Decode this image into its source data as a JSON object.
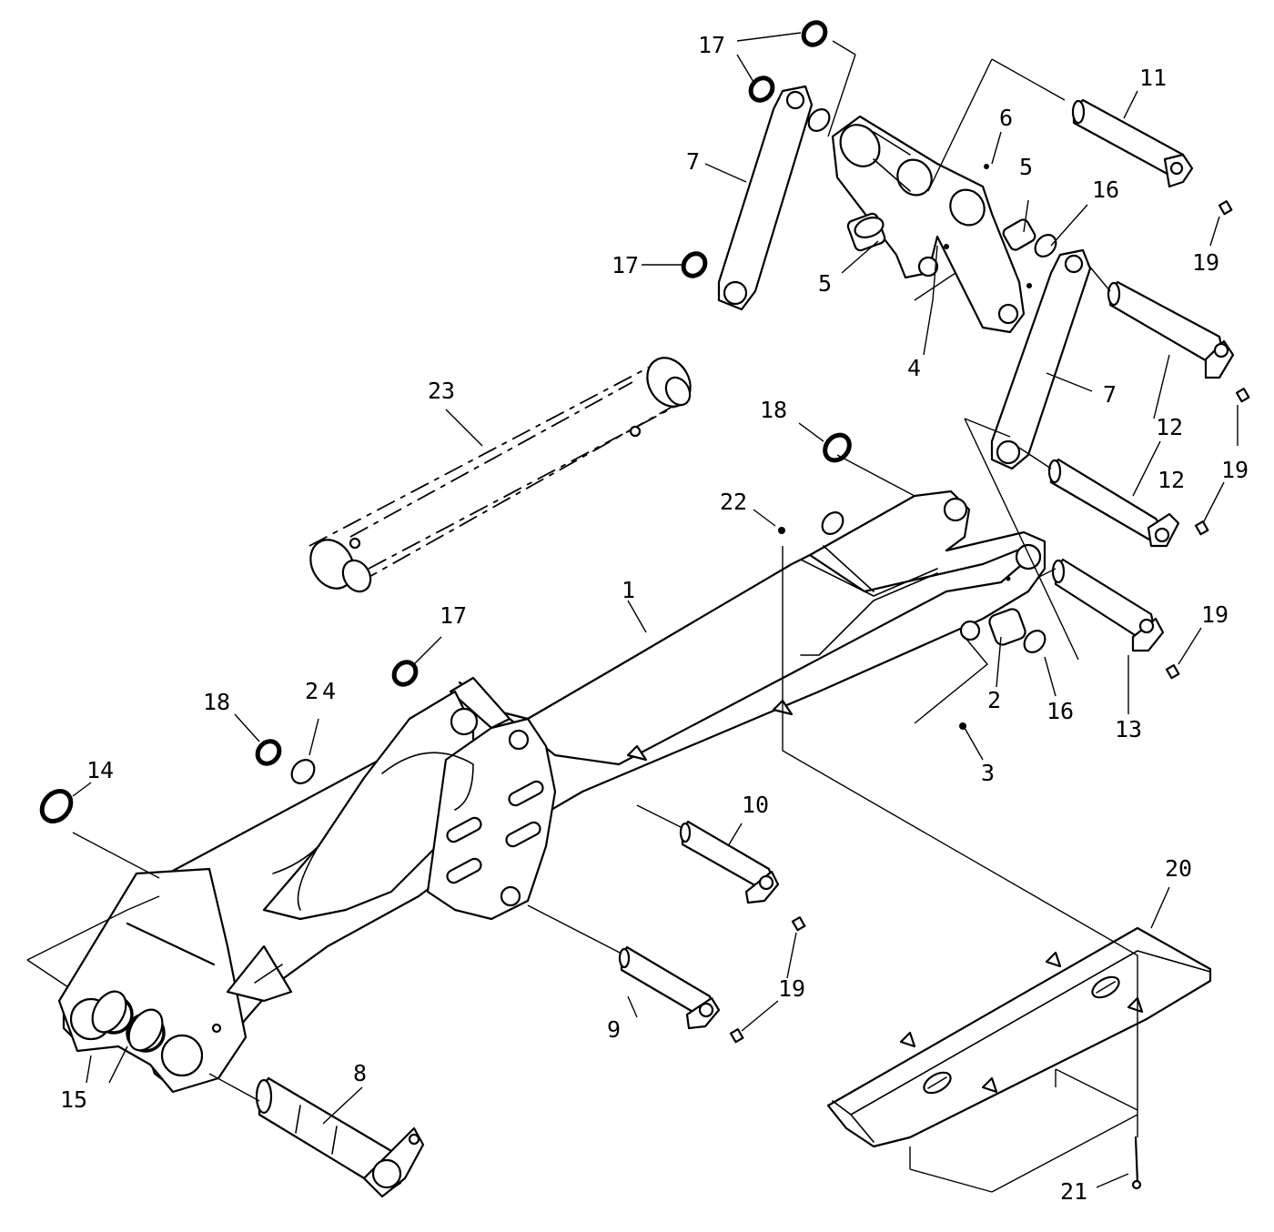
{
  "callouts": {
    "c1": "1",
    "c2": "2",
    "c3": "3",
    "c4": "4",
    "c5a": "5",
    "c5b": "5",
    "c6": "6",
    "c7a": "7",
    "c7b": "7",
    "c8": "8",
    "c9": "9",
    "c10": "10",
    "c11": "11",
    "c12a": "12",
    "c12b": "12",
    "c13": "13",
    "c14": "14",
    "c15": "15",
    "c16a": "16",
    "c16b": "16",
    "c17a": "17",
    "c17b": "17",
    "c17c": "17",
    "c18a": "18",
    "c18b": "18",
    "c19a": "19",
    "c19b": "19",
    "c19c": "19",
    "c19d": "19",
    "c20": "20",
    "c21": "21",
    "c22": "22",
    "c23": "23",
    "c24": "24"
  },
  "colors": {
    "ink": "#000000",
    "paper": "#ffffff"
  }
}
